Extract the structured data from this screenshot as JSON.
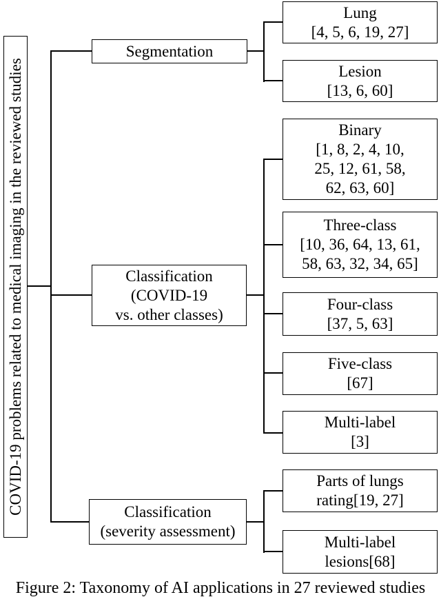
{
  "figure": {
    "root": {
      "label": "COVID-19 problems related to medical imaging in the reviewed studies"
    },
    "branches": [
      {
        "id": "segmentation",
        "label": "Segmentation"
      },
      {
        "id": "classification-covid",
        "label": "Classification\n(COVID-19\nvs. other classes)"
      },
      {
        "id": "classification-severity",
        "label": "Classification\n(severity assessment)"
      }
    ],
    "leaves": [
      {
        "id": "lung",
        "label": "Lung\n[4, 5, 6, 19, 27]"
      },
      {
        "id": "lesion",
        "label": "Lesion\n[13, 6, 60]"
      },
      {
        "id": "binary",
        "label": "Binary\n[1, 8, 2, 4, 10,\n25, 12, 61, 58,\n62, 63, 60]"
      },
      {
        "id": "three-class",
        "label": "Three-class\n[10, 36, 64, 13, 61,\n58, 63, 32, 34, 65]"
      },
      {
        "id": "four-class",
        "label": "Four-class\n[37, 5, 63]"
      },
      {
        "id": "five-class",
        "label": "Five-class\n[67]"
      },
      {
        "id": "multi-label",
        "label": "Multi-label\n[3]"
      },
      {
        "id": "parts-of-lungs",
        "label": "Parts of lungs\nrating[19, 27]"
      },
      {
        "id": "multi-label-lesions",
        "label": "Multi-label\nlesions[68]"
      }
    ],
    "caption": "Figure 2: Taxonomy of AI applications in 27 reviewed studies",
    "colors": {
      "line": "#000000",
      "background": "#ffffff",
      "text": "#000000"
    }
  }
}
